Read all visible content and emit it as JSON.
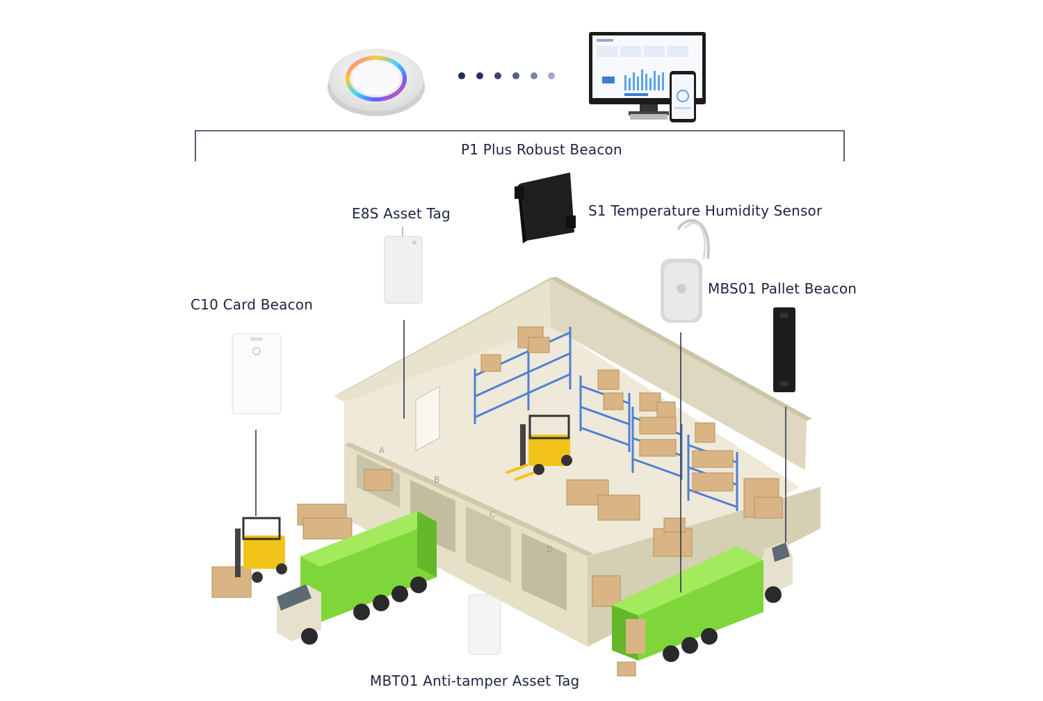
{
  "labels": {
    "p1": "P1 Plus Robust Beacon",
    "e8s": "E8S Asset Tag",
    "s1": "S1 Temperature Humidity Sensor",
    "c10": "C10 Card Beacon",
    "mbs01": "MBS01 Pallet Beacon",
    "mbt01": "MBT01 Anti-tamper Asset Tag"
  },
  "dock_letters": [
    "A",
    "B",
    "C",
    "D"
  ],
  "colors": {
    "text": "#1c2340",
    "truck_green": "#7fd63a",
    "forklift_yellow": "#f2c318",
    "wall": "#e7e2cc",
    "floor": "#ece7d6",
    "shelf_blue": "#4f7fd6",
    "box": "#d9b585"
  }
}
